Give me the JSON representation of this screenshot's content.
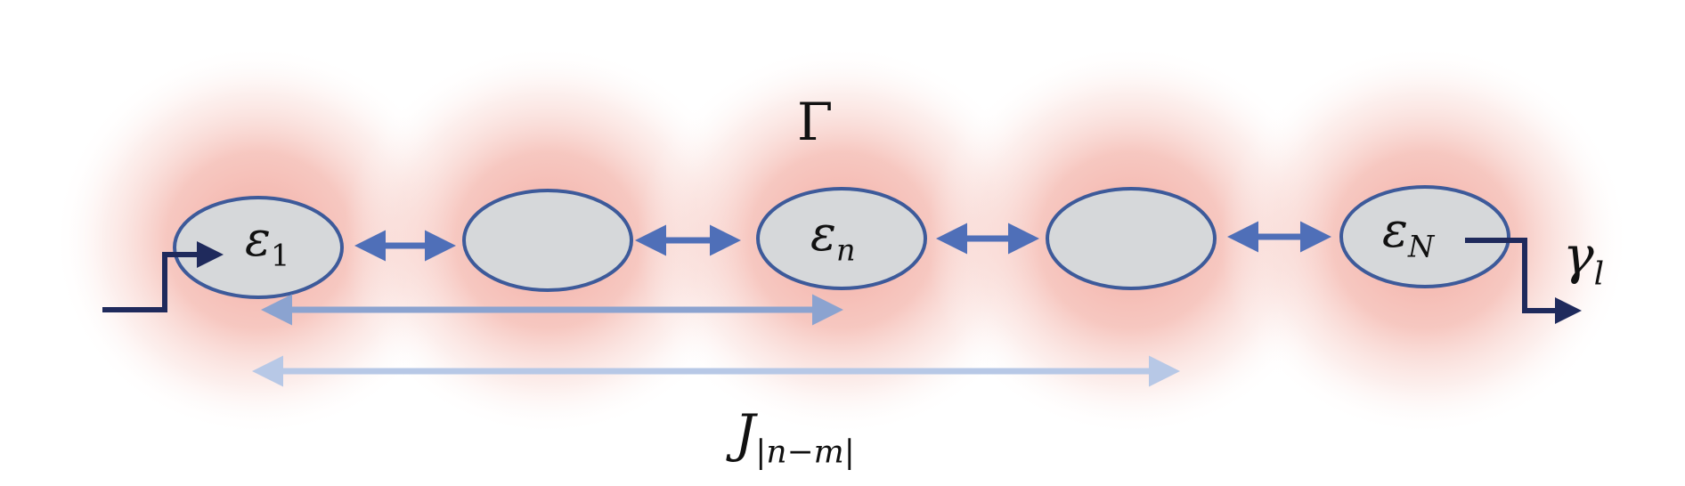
{
  "labels": {
    "gamma_top": "Γ",
    "site_1_main": "ε",
    "site_1_sub": "1",
    "site_n_main": "ε",
    "site_n_sub": "n",
    "site_N_main": "ε",
    "site_N_sub": "N",
    "gamma_l_main": "γ",
    "gamma_l_sub": "l",
    "coupling_main": "J",
    "coupling_sub": "|n−m|"
  },
  "colors": {
    "site_fill": "#d6d8da",
    "site_stroke": "#3d5a9a",
    "nn_arrow": "#4f6fb8",
    "long_arrow_1": "#8ba3d0",
    "long_arrow_2": "#b7c8e6",
    "lead_line": "#1f2a5c",
    "glow": "#f1a49a"
  }
}
